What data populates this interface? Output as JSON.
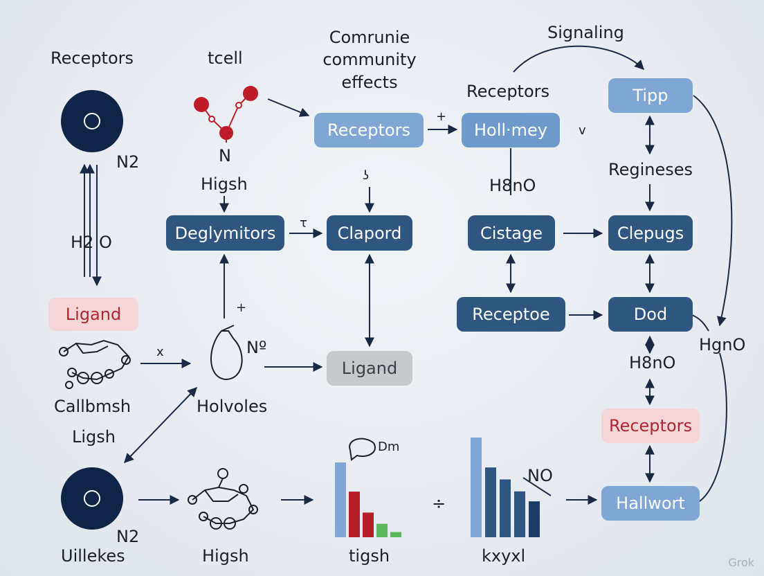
{
  "labels": {
    "receptors_top_left": "Receptors",
    "tcell": "tcell",
    "community_title": "Comrunie\ncommunity\neffects",
    "signaling": "Signaling",
    "receptors_mid": "Receptors",
    "n2_top": "N2",
    "n_mol": "N",
    "higsh_top": "Higsh",
    "h2o_left": "H2 O",
    "plus_receptors": "+",
    "v_mark": "v",
    "h8no_mid": "H8nO",
    "regineses": "Regineses",
    "tau_mark": "τ",
    "glyph_small": "ʖ",
    "plus_mid": "+",
    "no_mark": "Nº",
    "x_mark": "x",
    "callbmsh": "Callbmsh",
    "holvoles": "Holvoles",
    "ligsh": "Ligsh",
    "h8no_right": "H8nO",
    "hgno_far": "HgnO",
    "dm": "Dm",
    "no_bars": "NO",
    "div_mark": "÷",
    "n2_bottom": "N2",
    "uillekes": "Uillekes",
    "higsh_bottom": "Higsh",
    "tigsh": "tigsh",
    "kxyxl": "kxyxl"
  },
  "boxes": {
    "receptors_1": "Receptors",
    "hollmey": "Holl·mey",
    "tipp": "Tipp",
    "deglymitors": "Deglymitors",
    "clapord": "Clapord",
    "cistage": "Cistage",
    "clepugs": "Clepugs",
    "receptoe": "Receptoe",
    "dod": "Dod",
    "ligand_pink": "Ligand",
    "ligand_gray": "Ligand",
    "receptors_pink": "Receptors",
    "hallwort": "Hallwort"
  },
  "watermark": "Grok",
  "colors": {
    "dark_box": "#2e5680",
    "light_box": "#6f9acc",
    "pink_box": "#f5d6d8",
    "pink_text": "#b3262e",
    "gray_box": "#c7c9cd",
    "navy_circle": "#0f2447",
    "mol_red": "#c01c28"
  },
  "bar_charts": [
    {
      "values": [
        100,
        61,
        33,
        18,
        7
      ],
      "colors": [
        "#7fa6d4",
        "#b51f2a",
        "#b51f2a",
        "#5cb85c",
        "#5cb85c"
      ]
    },
    {
      "values": [
        100,
        70,
        58,
        46,
        36
      ],
      "colors": [
        "#7fa6d4",
        "#2e5680",
        "#2e5680",
        "#2e5680",
        "#1b3a64"
      ]
    }
  ]
}
